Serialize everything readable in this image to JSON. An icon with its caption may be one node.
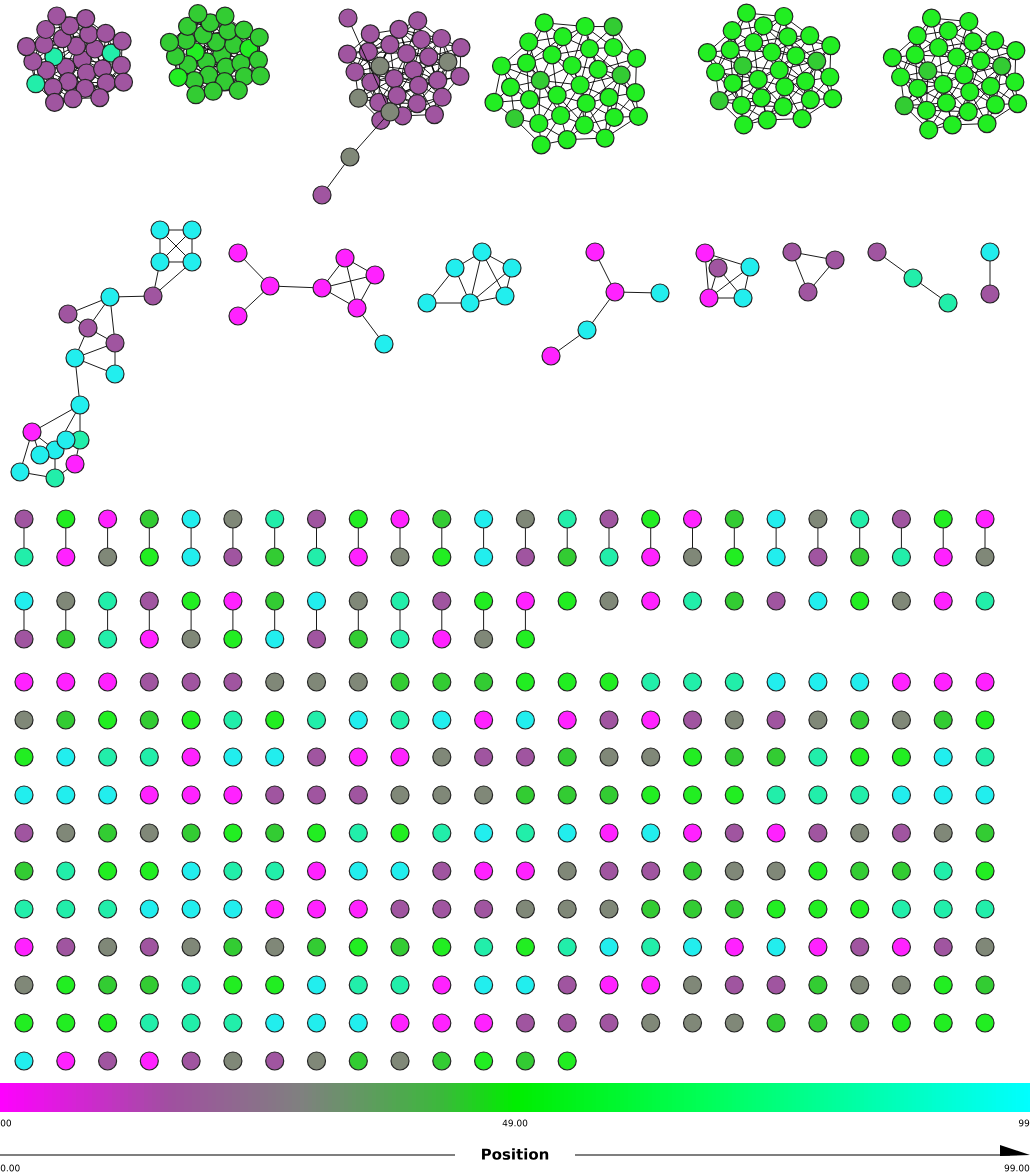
{
  "diagram": {
    "labels": [
      "00",
      "49.00",
      "99",
      "Position",
      "0.00",
      "99.00"
    ]
  }
}
